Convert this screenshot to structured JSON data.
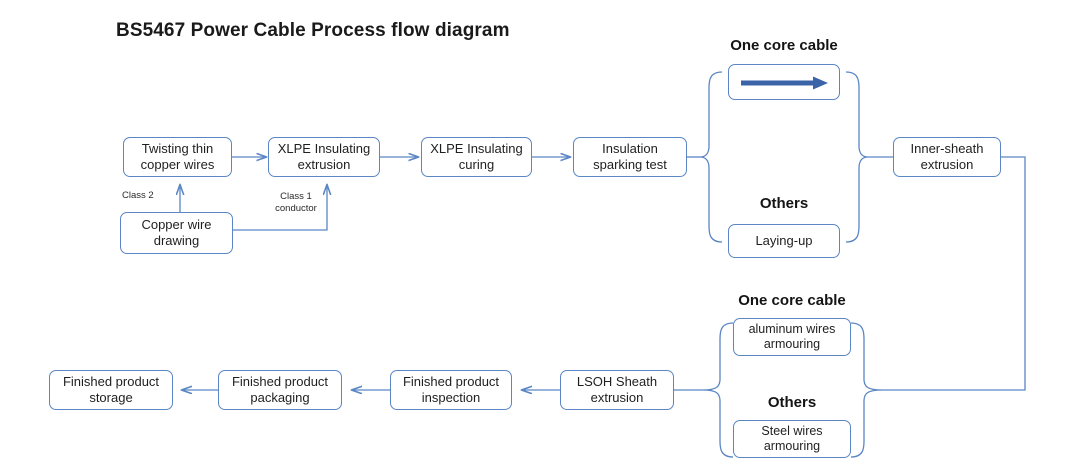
{
  "title": "BS5467 Power Cable Process flow diagram",
  "colors": {
    "box_border": "#5B86C4",
    "connector": "#5B86C4",
    "pass_through_arrow": "#3A63A8",
    "text": "#1f1f1f",
    "background": "#ffffff"
  },
  "nodes": {
    "twisting": "Twisting thin copper wires",
    "copper_drawing": "Copper wire drawing",
    "xlpe_extrusion": "XLPE Insulating extrusion",
    "xlpe_curing": "XLPE Insulating curing",
    "sparking_test": "Insulation sparking test",
    "laying_up": "Laying-up",
    "inner_sheath": "Inner-sheath extrusion",
    "aluminum_armouring": "aluminum wires armouring",
    "steel_armouring": "Steel wires armouring",
    "lsoh_sheath": "LSOH Sheath extrusion",
    "finished_inspection": "Finished product inspection",
    "finished_packaging": "Finished product packaging",
    "finished_storage": "Finished product storage"
  },
  "edge_labels": {
    "class2": "Class 2",
    "class1_line1": "Class 1",
    "class1_line2": "conductor"
  },
  "group_labels": {
    "top_one_core": "One core cable",
    "top_others": "Others",
    "bottom_one_core": "One core cable",
    "bottom_others": "Others"
  },
  "icons": {
    "pass_through": "right-arrow-icon"
  }
}
